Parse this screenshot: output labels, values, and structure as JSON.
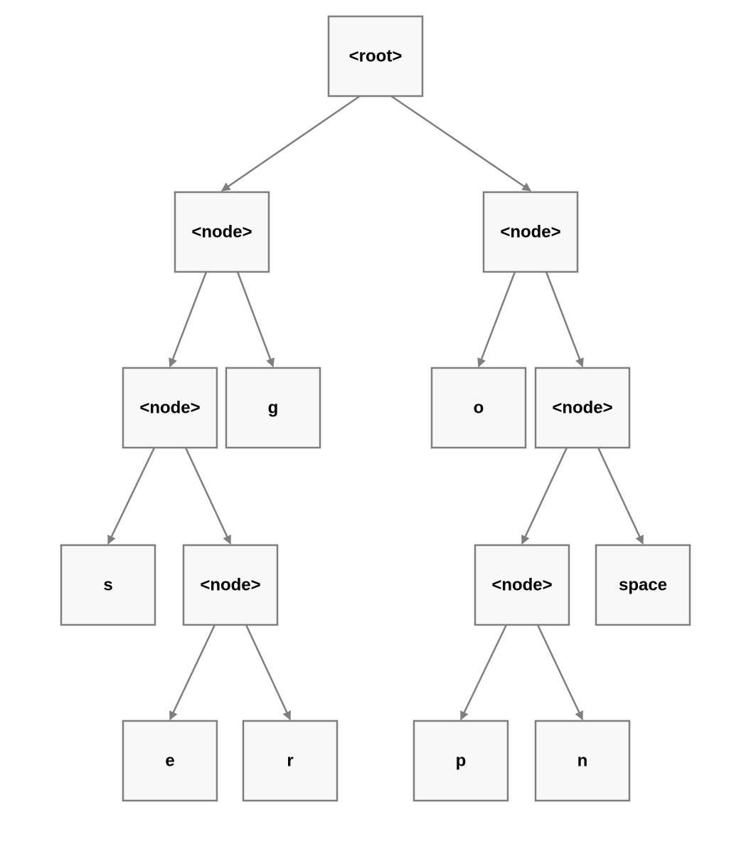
{
  "diagram": {
    "type": "tree",
    "colors": {
      "box_fill": "#f8f8f8",
      "box_stroke": "#7f7f7f",
      "edge": "#7f7f7f",
      "text": "#000000"
    },
    "nodes": [
      {
        "id": "root",
        "label": "<root>"
      },
      {
        "id": "n-left",
        "label": "<node>"
      },
      {
        "id": "n-right",
        "label": "<node>"
      },
      {
        "id": "n-left-left",
        "label": "<node>"
      },
      {
        "id": "leaf-g",
        "label": "g"
      },
      {
        "id": "leaf-o",
        "label": "o"
      },
      {
        "id": "n-right-right",
        "label": "<node>"
      },
      {
        "id": "leaf-s",
        "label": "s"
      },
      {
        "id": "n-ser",
        "label": "<node>"
      },
      {
        "id": "n-pn",
        "label": "<node>"
      },
      {
        "id": "leaf-space",
        "label": "space"
      },
      {
        "id": "leaf-e",
        "label": "e"
      },
      {
        "id": "leaf-r",
        "label": "r"
      },
      {
        "id": "leaf-p",
        "label": "p"
      },
      {
        "id": "leaf-n",
        "label": "n"
      }
    ],
    "edges": [
      {
        "from": "root",
        "to": "n-left"
      },
      {
        "from": "root",
        "to": "n-right"
      },
      {
        "from": "n-left",
        "to": "n-left-left"
      },
      {
        "from": "n-left",
        "to": "leaf-g"
      },
      {
        "from": "n-right",
        "to": "leaf-o"
      },
      {
        "from": "n-right",
        "to": "n-right-right"
      },
      {
        "from": "n-left-left",
        "to": "leaf-s"
      },
      {
        "from": "n-left-left",
        "to": "n-ser"
      },
      {
        "from": "n-ser",
        "to": "leaf-e"
      },
      {
        "from": "n-ser",
        "to": "leaf-r"
      },
      {
        "from": "n-right-right",
        "to": "n-pn"
      },
      {
        "from": "n-right-right",
        "to": "leaf-space"
      },
      {
        "from": "n-pn",
        "to": "leaf-p"
      },
      {
        "from": "n-pn",
        "to": "leaf-n"
      }
    ]
  }
}
